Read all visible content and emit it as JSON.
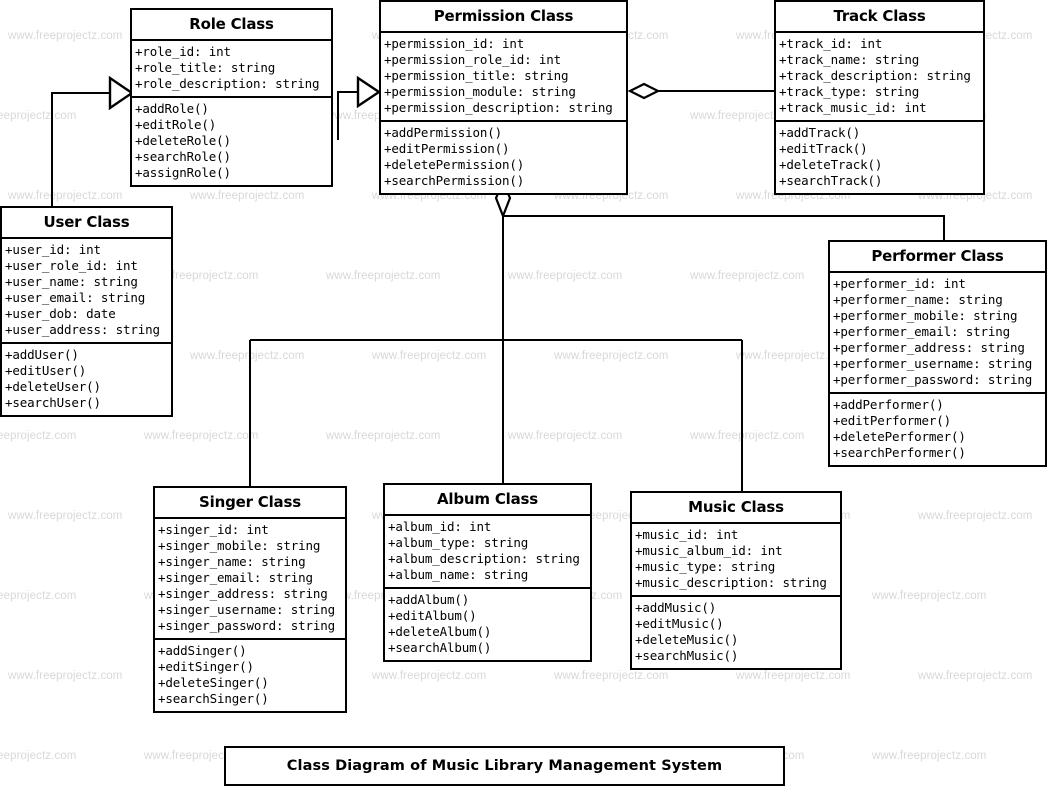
{
  "diagram": {
    "caption": "Class Diagram of Music Library Management System",
    "watermark_text": "www.freeprojectz.com",
    "colors": {
      "background": "#ffffff",
      "stroke": "#000000",
      "watermark": "#d8d8d8"
    }
  },
  "classes": {
    "role": {
      "title": "Role Class",
      "attributes": [
        "+role_id: int",
        "+role_title: string",
        "+role_description: string"
      ],
      "methods": [
        "+addRole()",
        "+editRole()",
        "+deleteRole()",
        "+searchRole()",
        "+assignRole()"
      ]
    },
    "permission": {
      "title": "Permission Class",
      "attributes": [
        "+permission_id: int",
        "+permission_role_id: int",
        "+permission_title: string",
        "+permission_module: string",
        "+permission_description: string"
      ],
      "methods": [
        "+addPermission()",
        "+editPermission()",
        "+deletePermission()",
        "+searchPermission()"
      ]
    },
    "track": {
      "title": "Track Class",
      "attributes": [
        "+track_id: int",
        "+track_name: string",
        "+track_description: string",
        "+track_type: string",
        "+track_music_id: int"
      ],
      "methods": [
        "+addTrack()",
        "+editTrack()",
        "+deleteTrack()",
        "+searchTrack()"
      ]
    },
    "user": {
      "title": "User Class",
      "attributes": [
        "+user_id: int",
        "+user_role_id: int",
        "+user_name: string",
        "+user_email: string",
        "+user_dob: date",
        "+user_address: string"
      ],
      "methods": [
        "+addUser()",
        "+editUser()",
        "+deleteUser()",
        "+searchUser()"
      ]
    },
    "performer": {
      "title": "Performer Class",
      "attributes": [
        "+performer_id: int",
        "+performer_name: string",
        "+performer_mobile: string",
        "+performer_email: string",
        "+performer_address: string",
        "+performer_username: string",
        "+performer_password: string"
      ],
      "methods": [
        "+addPerformer()",
        "+editPerformer()",
        "+deletePerformer()",
        "+searchPerformer()"
      ]
    },
    "singer": {
      "title": "Singer Class",
      "attributes": [
        "+singer_id: int",
        "+singer_mobile: string",
        "+singer_name: string",
        "+singer_email: string",
        "+singer_address: string",
        "+singer_username: string",
        "+singer_password: string"
      ],
      "methods": [
        "+addSinger()",
        "+editSinger()",
        "+deleteSinger()",
        "+searchSinger()"
      ]
    },
    "album": {
      "title": "Album Class",
      "attributes": [
        "+album_id: int",
        "+album_type: string",
        "+album_description: string",
        "+album_name: string"
      ],
      "methods": [
        "+addAlbum()",
        "+editAlbum()",
        "+deleteAlbum()",
        "+searchAlbum()"
      ]
    },
    "music": {
      "title": "Music Class",
      "attributes": [
        "+music_id: int",
        "+music_album_id: int",
        "+music_type: string",
        "+music_description: string"
      ],
      "methods": [
        "+addMusic()",
        "+editMusic()",
        "+deleteMusic()",
        "+searchMusic()"
      ]
    }
  },
  "relationships": [
    {
      "from": "user",
      "to": "role",
      "type": "generalization"
    },
    {
      "from": "role",
      "to": "permission",
      "type": "generalization"
    },
    {
      "from": "track",
      "to": "permission",
      "type": "aggregation"
    },
    {
      "from": "performer",
      "to": "permission",
      "type": "aggregation"
    },
    {
      "from": "singer",
      "to": "permission",
      "type": "aggregation"
    },
    {
      "from": "album",
      "to": "permission",
      "type": "aggregation"
    },
    {
      "from": "music",
      "to": "permission",
      "type": "aggregation"
    }
  ]
}
